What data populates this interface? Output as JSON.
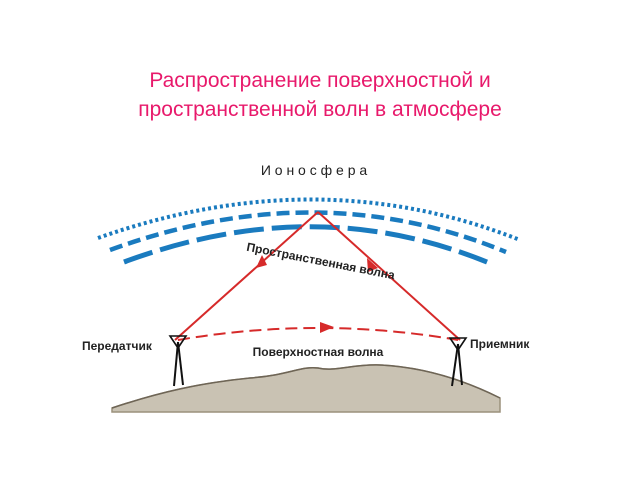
{
  "title": {
    "line1": "Распространение поверхностной и",
    "line2": "пространственной волн в атмосфере"
  },
  "diagram": {
    "ionosphere_label": "И о н о с ф е р а",
    "sky_wave_label": "Пространственная волна",
    "ground_wave_label": "Поверхностная волна",
    "transmitter_label": "Передатчик",
    "receiver_label": "Приемник"
  },
  "colors": {
    "title": "#e8196b",
    "ionosphere": "#1a7bbf",
    "wave": "#d62a2a",
    "ground": "#b5ad9b"
  }
}
